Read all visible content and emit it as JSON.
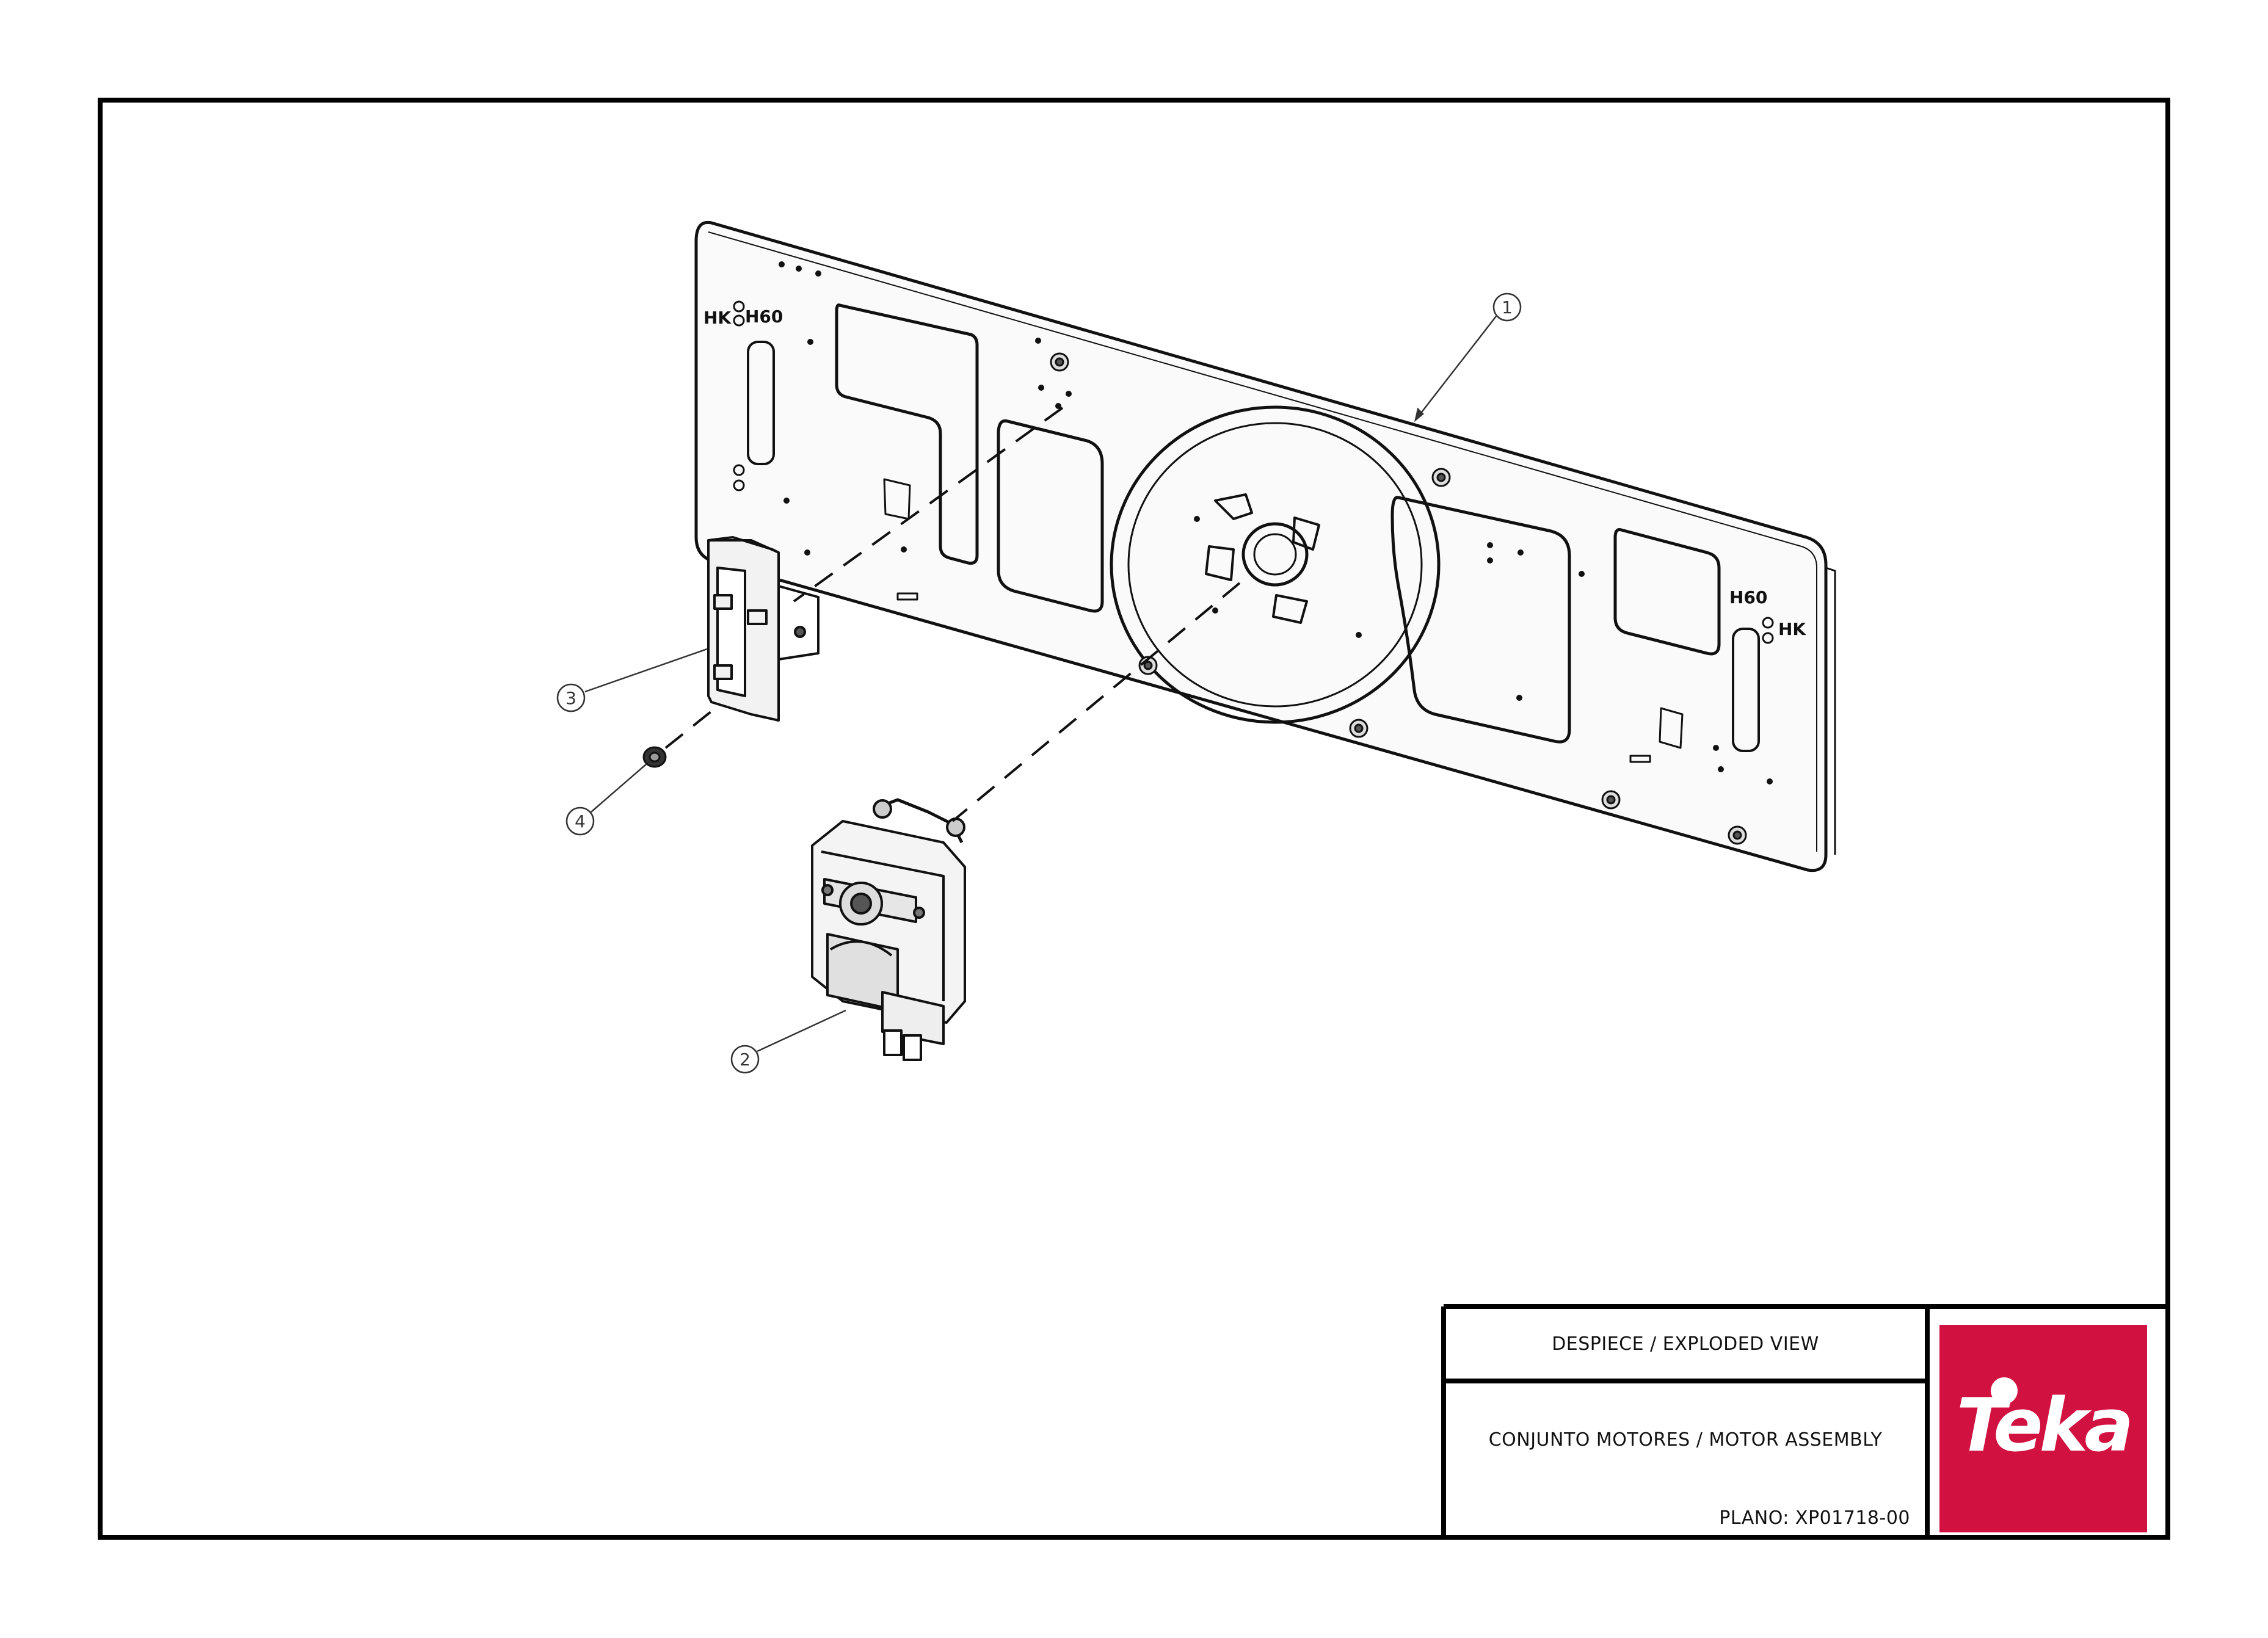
{
  "diagram": {
    "callouts": [
      "1",
      "2",
      "3",
      "4"
    ],
    "plate_markings": {
      "left_hk": "HK",
      "left_h60": "H60",
      "right_h60": "H60",
      "right_hk": "HK"
    }
  },
  "title_block": {
    "view_title": "DESPIECE / EXPLODED VIEW",
    "assembly_title": "CONJUNTO MOTORES / MOTOR ASSEMBLY",
    "plano": "PLANO: XP01718-00"
  },
  "logo": {
    "text": "Teka",
    "color": "#d11140"
  }
}
